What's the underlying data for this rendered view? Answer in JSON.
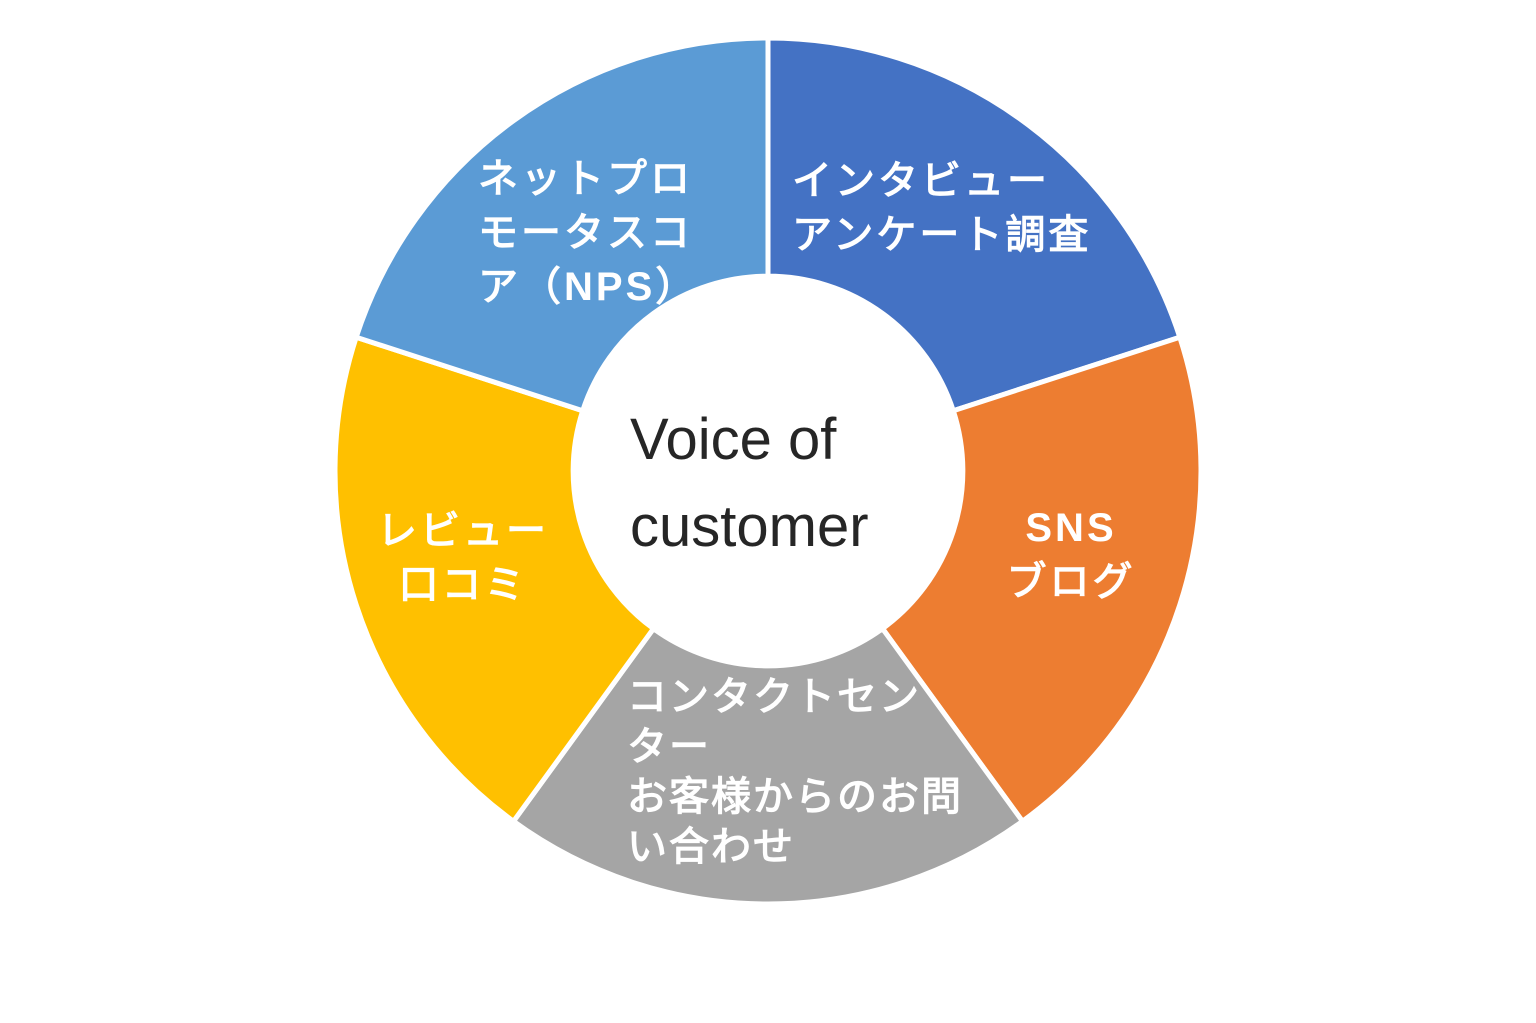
{
  "chart_data": {
    "type": "pie",
    "subtype": "donut",
    "title": "Voice of\ncustomer",
    "background": "#ffffff",
    "center_title_color": "#262626",
    "label_color": "#ffffff",
    "start_angle_deg": 0,
    "direction": "clockwise",
    "hole_ratio": 0.45,
    "gap_color": "#ffffff",
    "gap_width": 5,
    "legend_position": "none",
    "segments": [
      {
        "name": "interview-survey",
        "label": "インタビュー アンケート調査",
        "display": "インタビュー\nアンケート調査",
        "value": 20,
        "color": "#4472C4"
      },
      {
        "name": "sns-blog",
        "label": "SNS ブログ",
        "display": "SNS\nブログ",
        "value": 20,
        "color": "#ED7D31"
      },
      {
        "name": "contact-center",
        "label": "コンタクトセンター お客様からのお問い合わせ",
        "display": "コンタクトセン\nター\nお客様からのお問\nい合わせ",
        "value": 20,
        "color": "#A5A5A5"
      },
      {
        "name": "review-kuchikomi",
        "label": "レビュー 口コミ",
        "display": "レビュー\n口コミ",
        "value": 20,
        "color": "#FFC000"
      },
      {
        "name": "net-promoter-score",
        "label": "ネットプロモータスコア（NPS）",
        "display": "ネットプロ\nモータスコ\nア（NPS）",
        "value": 20,
        "color": "#5B9BD5"
      }
    ]
  }
}
